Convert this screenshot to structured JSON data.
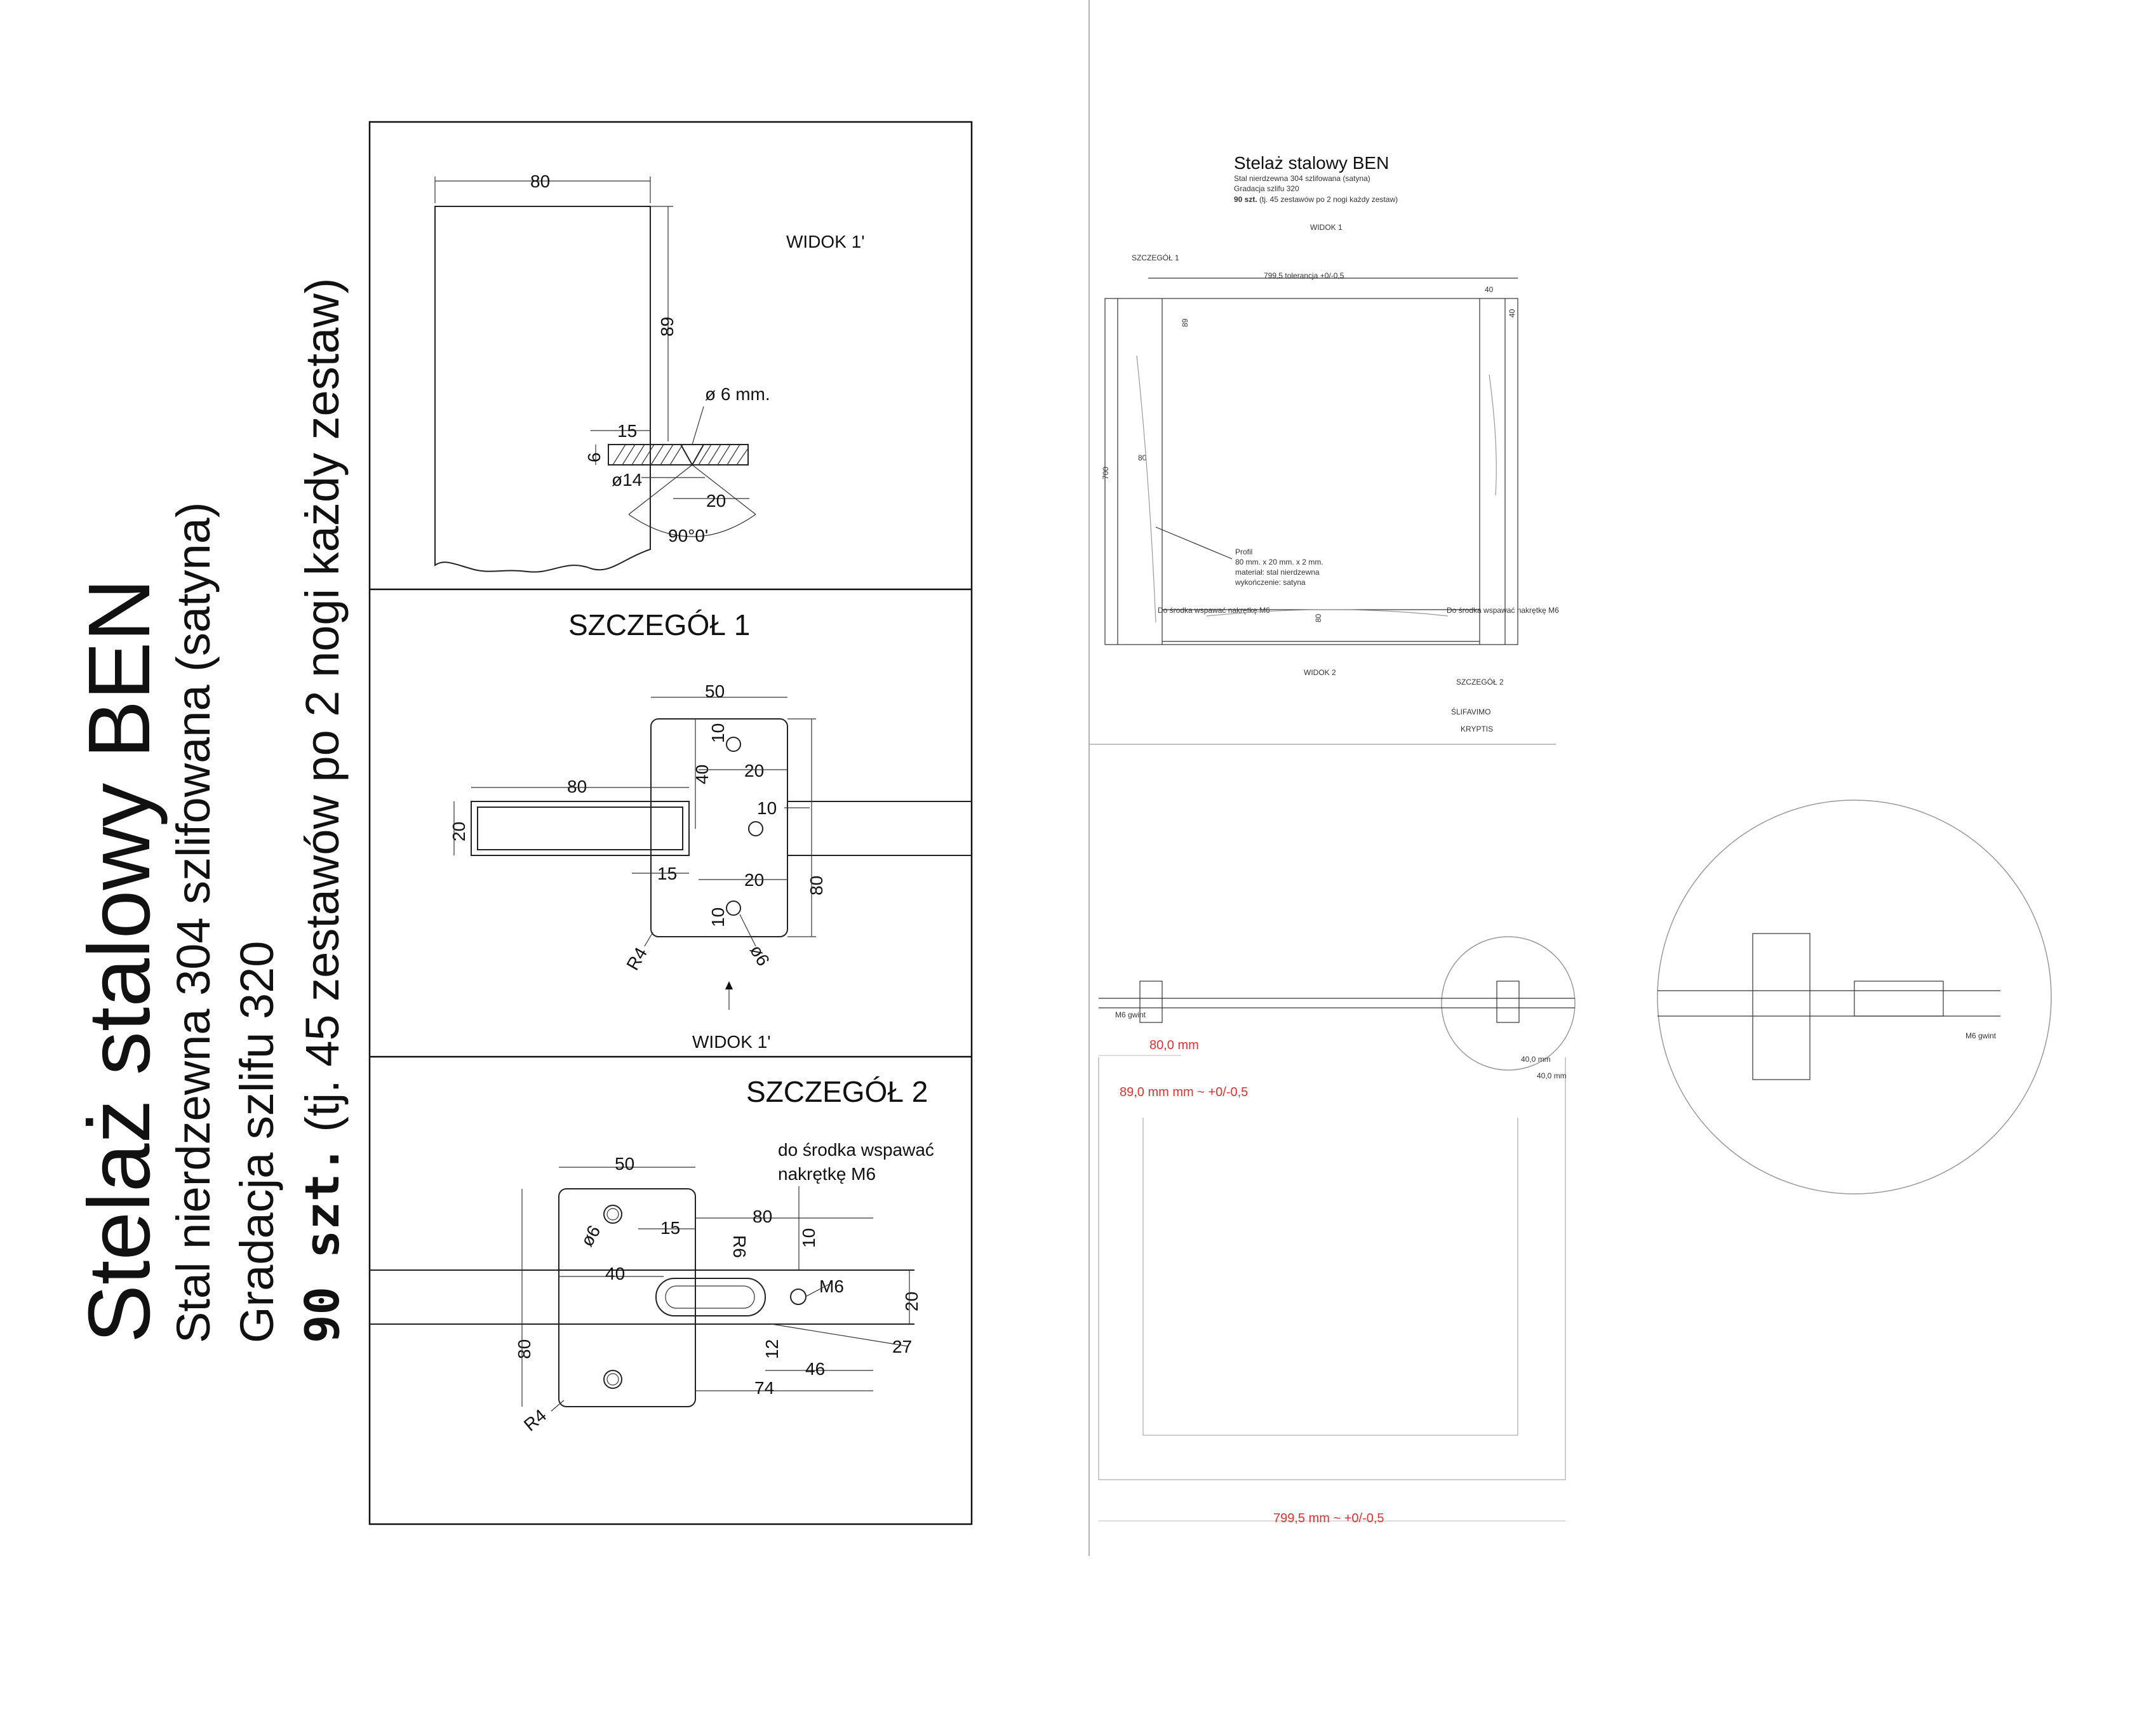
{
  "title": {
    "line1": "Stelaż stalowy BEN",
    "line2": "Stal nierdzewna 304 szlifowana (satyna)",
    "line3": "Gradacja szlifu 320",
    "line4_bold": "90 szt.",
    "line4_rest": " (tj. 45 zestawów po 2 nogi każdy zestaw)"
  },
  "panel1": {
    "label": "WIDOK 1'",
    "dim_80": "80",
    "dim_89": "89",
    "dim_15": "15",
    "dim_6": "6",
    "dim_phi14": "ø14",
    "dim_20": "20",
    "dim_angle": "90°0'",
    "note_hole": "ø 6 mm."
  },
  "panel2": {
    "heading": "SZCZEGÓŁ 1",
    "dim_50": "50",
    "dim_10a": "10",
    "dim_40": "40",
    "dim_20a": "20",
    "dim_10b": "10",
    "dim_80a": "80",
    "dim_20side": "20",
    "dim_15": "15",
    "dim_20b": "20",
    "dim_10c": "10",
    "dim_80b": "80",
    "dim_r4": "R4",
    "dim_phi6": "ø6",
    "view_label": "WIDOK 1'"
  },
  "panel3": {
    "heading": "SZCZEGÓŁ 2",
    "note_line1": "do środka wspawać",
    "note_line2": "nakrętkę M6",
    "dim_50": "50",
    "dim_80a": "80",
    "dim_phi6": "ø6",
    "dim_15": "15",
    "dim_r6": "R6",
    "dim_10": "10",
    "dim_40": "40",
    "dim_m6": "M6",
    "dim_20": "20",
    "dim_80b": "80",
    "dim_12": "12",
    "dim_27": "27",
    "dim_46": "46",
    "dim_74": "74",
    "dim_r4": "R4"
  },
  "mini_drawing": {
    "title": "Stelaż stalowy BEN",
    "line2": "Stal nierdzewna 304 szlifowana (satyna)",
    "line3": "Gradacja szlifu 320",
    "line4_bold": "90 szt.",
    "line4_rest": " (tj. 45 zestawów po 2 nogi każdy zestaw)",
    "view1": "WIDOK 1",
    "view2": "WIDOK 2",
    "detail1": "SZCZEGÓŁ 1",
    "detail2": "SZCZEGÓŁ 2",
    "width_note": "799,5 tolerancja +0/-0,5",
    "dim_40a": "40",
    "dim_40b": "40",
    "dim_89": "89",
    "dim_700": "700",
    "dim_80": "80",
    "dim_80b": "80",
    "profile_note": [
      "Profil",
      "80 mm. x 20 mm. x 2 mm.",
      "materiał: stal nierdzewna",
      "wykończenie: satyna"
    ],
    "nut_note": "Do środka wspawać nakrętkę M6",
    "hand_note_1": "ŚLIFAVIMO",
    "hand_note_2": "KRYPTIS"
  },
  "lower_drawing": {
    "dim_80mm": "80,0 mm",
    "dim_89mm": "89,0 mm mm  ~  +0/-0,5",
    "dim_7995": "799,5 mm ~ +0/-0,5",
    "small_labels": [
      "40,0 mm",
      "40,0 mm",
      "M6 gwint",
      "M6 gwint"
    ]
  }
}
